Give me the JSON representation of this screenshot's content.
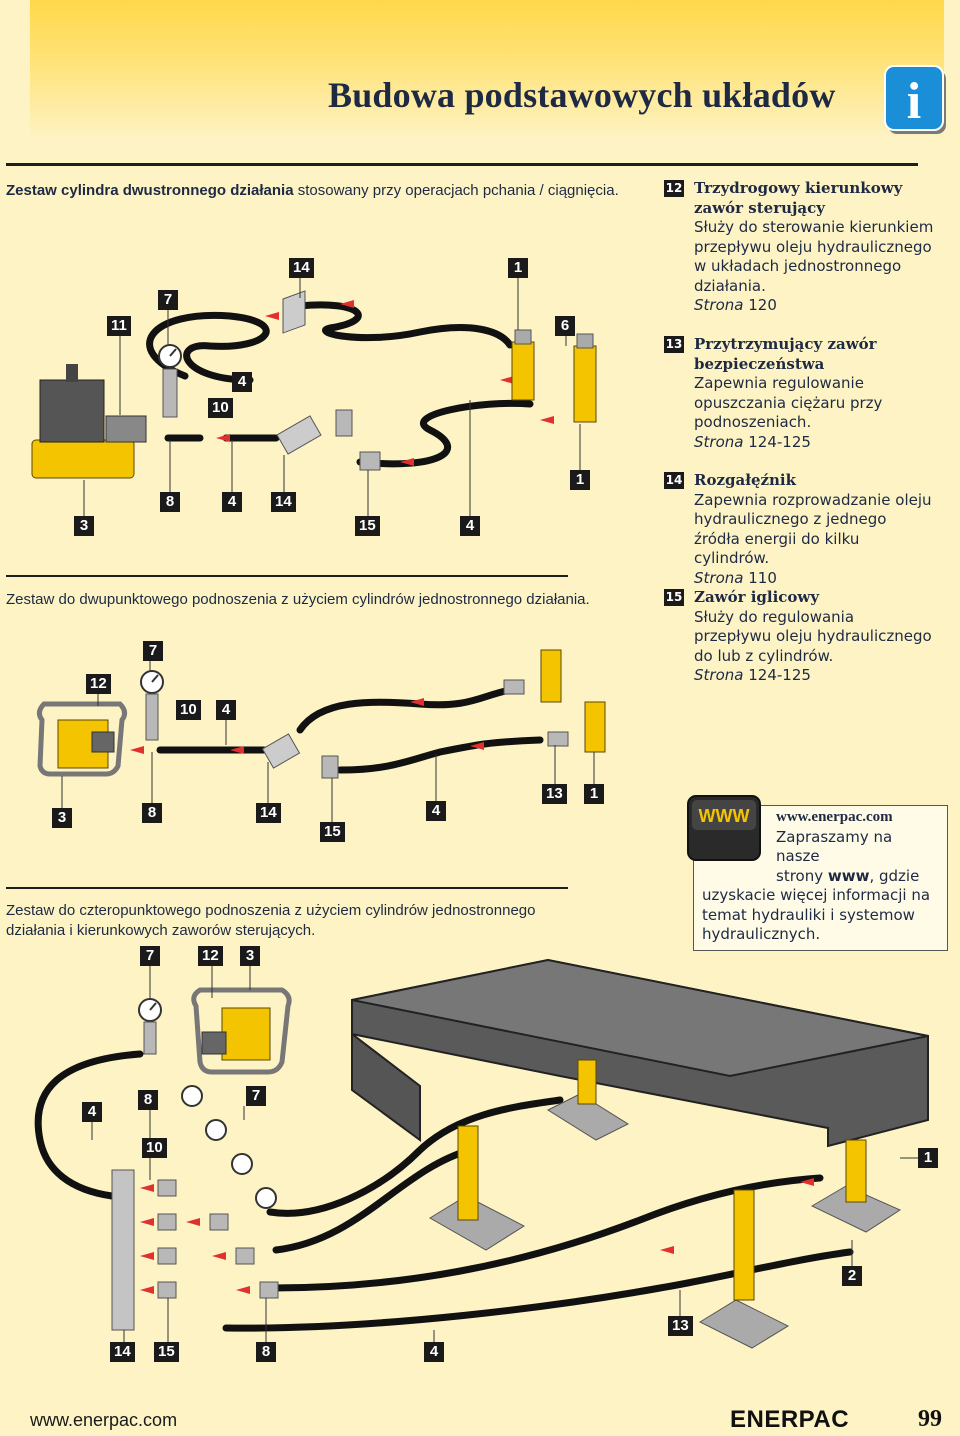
{
  "header": {
    "title": "Budowa podstawowych układów",
    "info_icon_letter": "i"
  },
  "section1": {
    "title_bold": "Zestaw cylindra dwustronnego działania",
    "title_rest": " stosowany przy operacjach pchania / ciągnięcia.",
    "callouts": [
      "14",
      "1",
      "7",
      "11",
      "6",
      "4",
      "10",
      "8",
      "4",
      "14",
      "1",
      "3",
      "15",
      "4"
    ]
  },
  "section2": {
    "title": "Zestaw do dwupunktowego podnoszenia z użyciem cylindrów jednostronnego działania.",
    "callouts": [
      "7",
      "12",
      "10",
      "4",
      "13",
      "1",
      "3",
      "8",
      "14",
      "4",
      "15"
    ]
  },
  "section3": {
    "title_line1": "Zestaw do czteropunktowego podnoszenia z użyciem cylindrów jednostronnego",
    "title_line2": "działania i kierunkowych zaworów sterujących.",
    "callouts": [
      "7",
      "12",
      "3",
      "4",
      "8",
      "7",
      "10",
      "1",
      "2",
      "13",
      "14",
      "15",
      "8",
      "4"
    ]
  },
  "legend": [
    {
      "num": "12",
      "title": "Trzydrogowy kierunkowy zawór sterujący",
      "desc": "Służy do sterowanie kierunkiem przepływu oleju hydraulicznego w układach jednostronnego działania.",
      "page_label": "Strona",
      "page": "120"
    },
    {
      "num": "13",
      "title": "Przytrzymujący zawór bezpieczeństwa",
      "desc": "Zapewnia regulowanie opuszczania ciężaru przy podnoszeniach.",
      "page_label": "Strona",
      "page": "124-125"
    },
    {
      "num": "14",
      "title": "Rozgałęźnik",
      "desc": "Zapewnia rozprowadzanie oleju hydraulicznego z jednego źródła energii do kilku cylindrów.",
      "page_label": "Strona",
      "page": "110"
    },
    {
      "num": "15",
      "title": "Zawór iglicowy",
      "desc": "Służy do regulowania przepływu oleju hydraulicznego do lub z cylindrów.",
      "page_label": "Strona",
      "page": "124-125"
    }
  ],
  "www": {
    "badge": "WWW",
    "url": "www.enerpac.com",
    "text_a": "Zapraszamy na nasze",
    "text_b_pre": "strony ",
    "text_b_bold": "www",
    "text_b_post": ", gdzie",
    "text_c": "uzyskacie więcej informacji na temat hydrauliki i systemow hydraulicznych."
  },
  "footer": {
    "url": "www.enerpac.com",
    "brand": "ENERPAC",
    "page_number": "99"
  },
  "colors": {
    "yellow": "#f5c400",
    "hose": "#111111",
    "arrow": "#e03030",
    "metal": "#b8b8b8",
    "pad": "#9a9a9a"
  }
}
